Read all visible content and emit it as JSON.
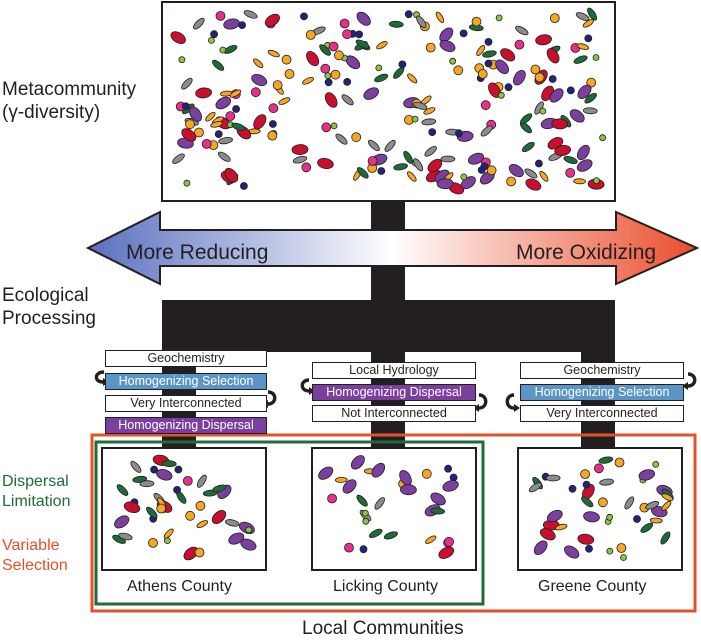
{
  "labels": {
    "metacommunity_line1": "Metacommunity",
    "metacommunity_line2": "(γ-diversity)",
    "ecological_line1": "Ecological",
    "ecological_line2": "Processing",
    "dispersal_line1": "Dispersal",
    "dispersal_line2": "Limitation",
    "variable_line1": "Variable",
    "variable_line2": "Selection",
    "local_communities": "Local Communities"
  },
  "gradient_arrow": {
    "left_label": "More Reducing",
    "right_label": "More Oxidizing",
    "left_color": "#5a6fbf",
    "right_color": "#ea4c2c"
  },
  "processes": {
    "athens": [
      "Geochemistry",
      "Homogenizing Selection",
      "Very Interconnected",
      "Homogenizing Dispersal"
    ],
    "licking": [
      "Local Hydrology",
      "Homogenizing Dispersal",
      "Not Interconnected"
    ],
    "greene": [
      "Geochemistry",
      "Homogenizing Selection",
      "Very Interconnected"
    ]
  },
  "counties": {
    "athens": "Athens County",
    "licking": "Licking County",
    "greene": "Greene County"
  },
  "colors": {
    "red": "#c8102e",
    "purple": "#7b3f9e",
    "green": "#1e6b3a",
    "gray": "#8c8c8c",
    "orange": "#f5a623",
    "pink": "#e8308a",
    "navy": "#23237a",
    "lime": "#8cc63f",
    "homogenizing_selection": "#5b95c6",
    "homogenizing_dispersal": "#7b3f9e",
    "dispersal_limitation": "#1f6b3a",
    "variable_selection": "#e8502a"
  }
}
